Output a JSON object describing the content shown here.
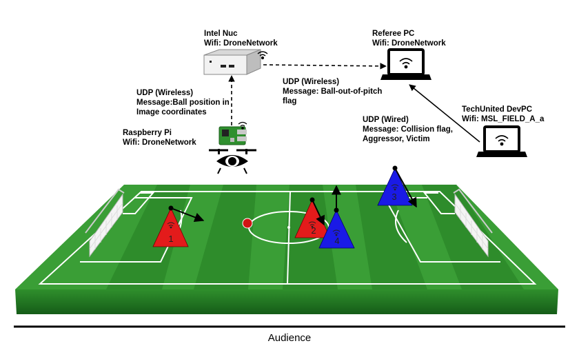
{
  "devices": {
    "intel_nuc": {
      "name": "Intel Nuc",
      "wifi": "Wifi: DroneNetwork"
    },
    "referee_pc": {
      "name": "Referee PC",
      "wifi": "Wifi: DroneNetwork"
    },
    "raspberry_pi": {
      "name": "Raspberry Pi",
      "wifi": "Wifi: DroneNetwork"
    },
    "techunited_devpc": {
      "name": "TechUnited DevPC",
      "wifi": "Wifi: MSL_FIELD_A_a"
    }
  },
  "messages": {
    "pi_to_nuc": {
      "line1": "UDP (Wireless)",
      "line2": "Message:Ball position in",
      "line3": "Image coordinates"
    },
    "nuc_to_referee": {
      "line1": "UDP (Wireless)",
      "line2": "Message: Ball-out-of-pitch",
      "line3": "flag"
    },
    "devpc_to_referee": {
      "line1": "UDP (Wired)",
      "line2": "Message: Collision flag,",
      "line3": "Aggressor, Victim"
    }
  },
  "robots": [
    {
      "number": "1",
      "team": "red"
    },
    {
      "number": "2",
      "team": "red"
    },
    {
      "number": "3",
      "team": "blue"
    },
    {
      "number": "4",
      "team": "blue"
    }
  ],
  "audience_label": "Audience",
  "colors": {
    "field_light": "#3fa83a",
    "field_dark": "#2e8c2b",
    "field_edge": "#1d5e1f",
    "red_team": "#e31b1b",
    "blue_team": "#1a1ae6",
    "ball": "#d11414"
  }
}
